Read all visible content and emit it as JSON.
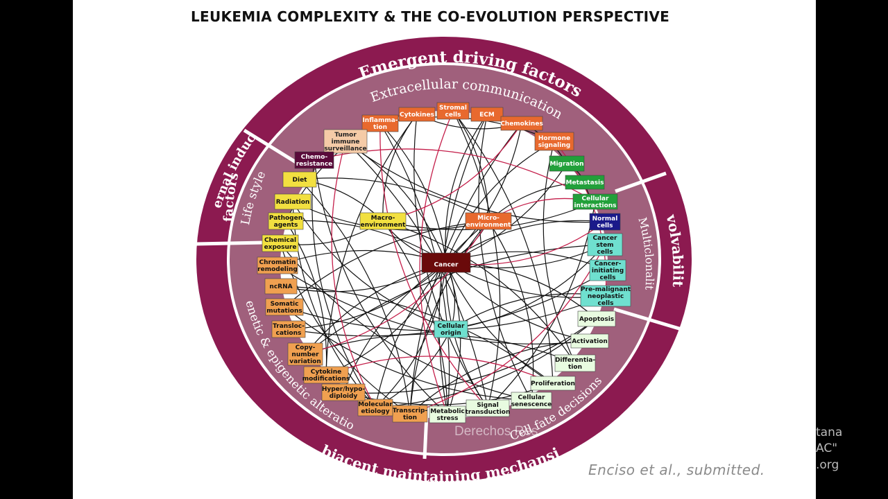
{
  "title": "LEUKEMIA COMPLEXITY & THE CO-EVOLUTION PERSPECTIVE",
  "citation": "Enciso et al., submitted.",
  "watermark": "Derechos Res",
  "side_fragments": [
    "tana",
    "AC\"",
    ".org"
  ],
  "colors": {
    "ring_outer": "#8c1a50",
    "ring_inner": "#a0607c",
    "disk": "#ffffff",
    "edge_black": "#111111",
    "edge_red": "#c41e4a"
  },
  "outer_labels": {
    "top": "Emergent driving factors",
    "left_line1": "External inducing",
    "left_line2": "factors",
    "right": "Evolvability",
    "bottom": "Subjacent maintaining mechansims"
  },
  "inner_labels": {
    "top": "Extracellular communication",
    "left": "Life style",
    "right": "Multiclonality",
    "bottom_left": "Genetic & epigenetic alterations",
    "bottom_right": "Cell fate decisions"
  },
  "nodes": [
    {
      "id": "inflammation",
      "lines": [
        "Inflamma-",
        "tion"
      ],
      "fill": "#e8692e",
      "text": "#ffffff"
    },
    {
      "id": "cytokines",
      "lines": [
        "Cytokines"
      ],
      "fill": "#e8692e",
      "text": "#ffffff"
    },
    {
      "id": "stromal",
      "lines": [
        "Stromal",
        "cells"
      ],
      "fill": "#e8692e",
      "text": "#ffffff"
    },
    {
      "id": "ecm",
      "lines": [
        "ECM"
      ],
      "fill": "#e8692e",
      "text": "#ffffff"
    },
    {
      "id": "chemokines",
      "lines": [
        "Chemokines"
      ],
      "fill": "#e8692e",
      "text": "#ffffff"
    },
    {
      "id": "hormone",
      "lines": [
        "Hormone",
        "signaling"
      ],
      "fill": "#e8692e",
      "text": "#ffffff"
    },
    {
      "id": "tumor_immune",
      "lines": [
        "Tumor",
        "immune",
        "surveillance"
      ],
      "fill": "#f5cba7",
      "text": "#222222"
    },
    {
      "id": "chemoresistance",
      "lines": [
        "Chemo-",
        "resistance"
      ],
      "fill": "#5a0a3a",
      "text": "#ffffff"
    },
    {
      "id": "migration",
      "lines": [
        "Migration"
      ],
      "fill": "#22a03a",
      "text": "#ffffff"
    },
    {
      "id": "metastasis",
      "lines": [
        "Metastasis"
      ],
      "fill": "#22a03a",
      "text": "#ffffff"
    },
    {
      "id": "cell_inter",
      "lines": [
        "Cellular",
        "interactions"
      ],
      "fill": "#22a03a",
      "text": "#ffffff"
    },
    {
      "id": "normal",
      "lines": [
        "Normal",
        "cells"
      ],
      "fill": "#1a1a8a",
      "text": "#ffffff"
    },
    {
      "id": "csc",
      "lines": [
        "Cancer",
        "stem",
        "cells"
      ],
      "fill": "#6fe0cf",
      "text": "#111111"
    },
    {
      "id": "cic",
      "lines": [
        "Cancer-",
        "initiating",
        "cells"
      ],
      "fill": "#6fe0cf",
      "text": "#111111"
    },
    {
      "id": "premalig",
      "lines": [
        "Pre-malignant",
        "neoplastic",
        "cells"
      ],
      "fill": "#6fe0cf",
      "text": "#111111"
    },
    {
      "id": "apoptosis",
      "lines": [
        "Apoptosis"
      ],
      "fill": "#e8fbe0",
      "text": "#111111"
    },
    {
      "id": "activation",
      "lines": [
        "Activation"
      ],
      "fill": "#e8fbe0",
      "text": "#111111"
    },
    {
      "id": "differentiation",
      "lines": [
        "Differentia-",
        "tion"
      ],
      "fill": "#e8fbe0",
      "text": "#111111"
    },
    {
      "id": "proliferation",
      "lines": [
        "Proliferation"
      ],
      "fill": "#e8fbe0",
      "text": "#111111"
    },
    {
      "id": "senescence",
      "lines": [
        "Cellular",
        "senescence"
      ],
      "fill": "#e8fbe0",
      "text": "#111111"
    },
    {
      "id": "signal",
      "lines": [
        "Signal",
        "transduction"
      ],
      "fill": "#e8fbe0",
      "text": "#111111"
    },
    {
      "id": "metabolic",
      "lines": [
        "Metabolic",
        "stress"
      ],
      "fill": "#e8fbe0",
      "text": "#111111"
    },
    {
      "id": "transcription",
      "lines": [
        "Transcrip-",
        "tion"
      ],
      "fill": "#f0a050",
      "text": "#111111"
    },
    {
      "id": "molecular",
      "lines": [
        "Molecular",
        "etiology"
      ],
      "fill": "#f0a050",
      "text": "#111111"
    },
    {
      "id": "hyper",
      "lines": [
        "Hyper/hypo-",
        "diploidy"
      ],
      "fill": "#f0a050",
      "text": "#111111"
    },
    {
      "id": "cyt_mod",
      "lines": [
        "Cytokine",
        "modifications"
      ],
      "fill": "#f0a050",
      "text": "#111111"
    },
    {
      "id": "copy",
      "lines": [
        "Copy-",
        "number",
        "variation"
      ],
      "fill": "#f0a050",
      "text": "#111111"
    },
    {
      "id": "translocations",
      "lines": [
        "Transloc-",
        "cations"
      ],
      "fill": "#f0a050",
      "text": "#111111"
    },
    {
      "id": "somatic",
      "lines": [
        "Somatic",
        "mutations"
      ],
      "fill": "#f0a050",
      "text": "#111111"
    },
    {
      "id": "ncrna",
      "lines": [
        "ncRNA"
      ],
      "fill": "#f0a050",
      "text": "#111111"
    },
    {
      "id": "chromatin",
      "lines": [
        "Chromatin",
        "remodeling"
      ],
      "fill": "#f0a050",
      "text": "#111111"
    },
    {
      "id": "chemical",
      "lines": [
        "Chemical",
        "exposure"
      ],
      "fill": "#f2e040",
      "text": "#111111"
    },
    {
      "id": "pathogen",
      "lines": [
        "Pathogen",
        "agents"
      ],
      "fill": "#f2e040",
      "text": "#111111"
    },
    {
      "id": "radiation",
      "lines": [
        "Radiation"
      ],
      "fill": "#f2e040",
      "text": "#111111"
    },
    {
      "id": "diet",
      "lines": [
        "Diet"
      ],
      "fill": "#f2e040",
      "text": "#111111"
    },
    {
      "id": "macro",
      "lines": [
        "Macro-",
        "environment"
      ],
      "fill": "#f2e040",
      "text": "#111111"
    },
    {
      "id": "micro",
      "lines": [
        "Micro-",
        "environment"
      ],
      "fill": "#e8692e",
      "text": "#ffffff"
    },
    {
      "id": "cancer",
      "lines": [
        "Cancer"
      ],
      "fill": "#6a0a0a",
      "text": "#ffffff"
    },
    {
      "id": "origin",
      "lines": [
        "Cellular",
        "origin"
      ],
      "fill": "#6fe0cf",
      "text": "#111111"
    }
  ]
}
